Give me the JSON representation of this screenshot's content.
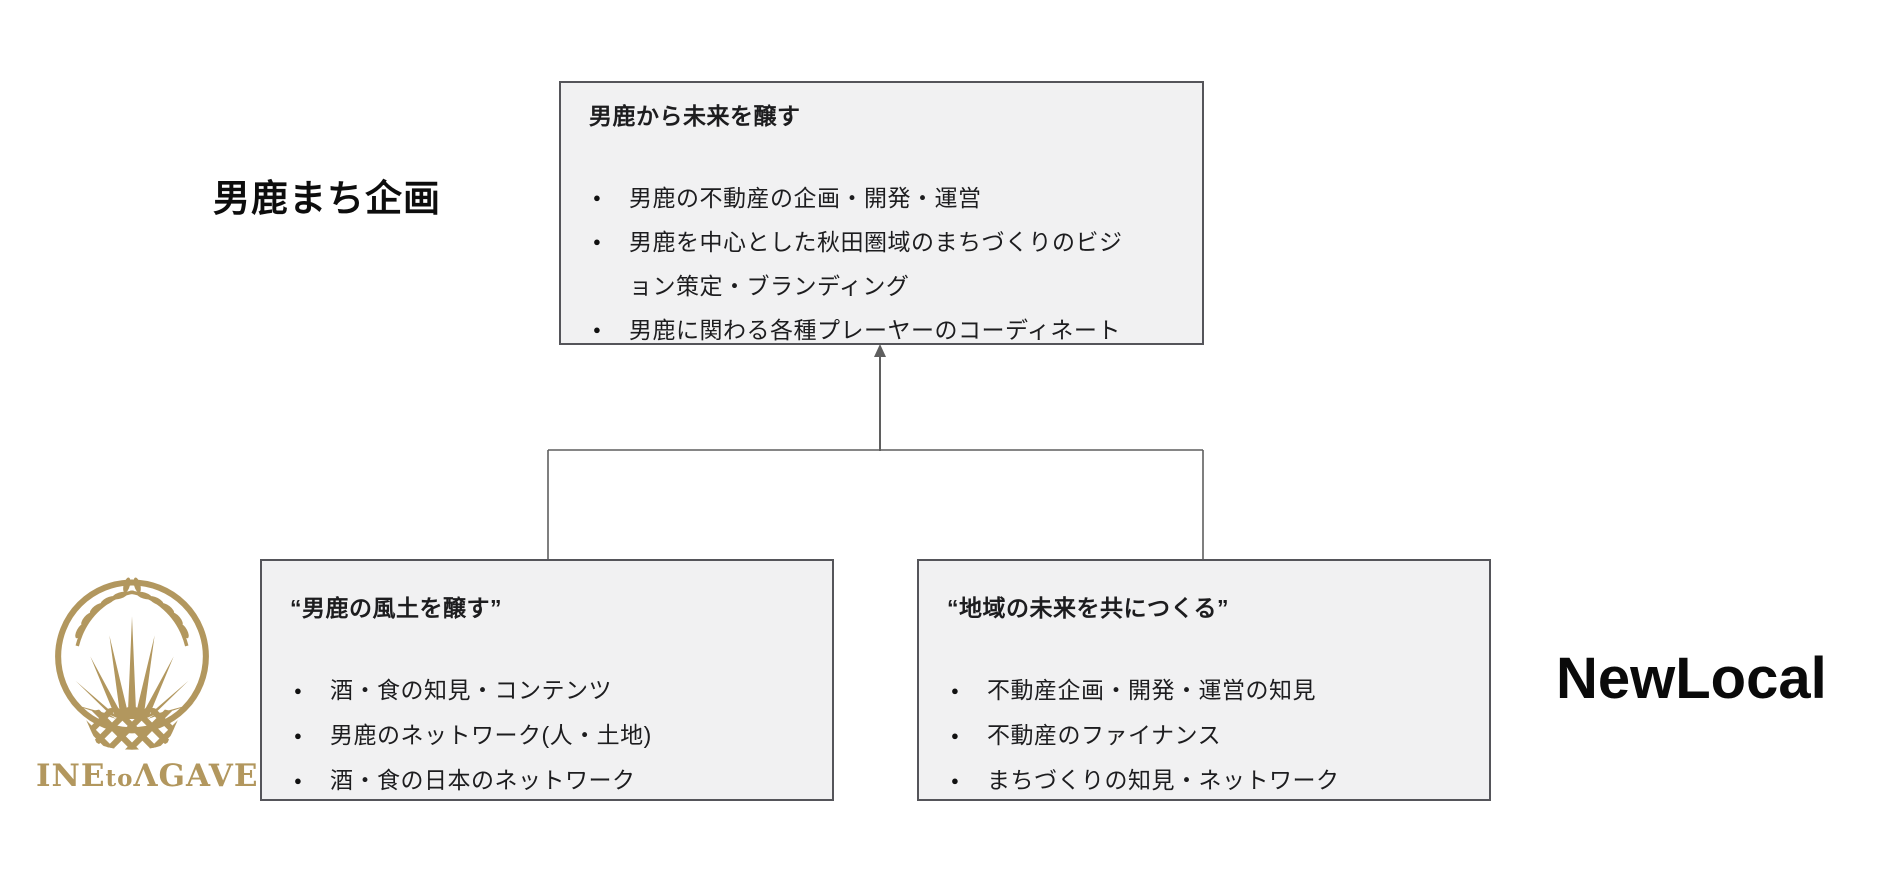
{
  "palette": {
    "box_fill": "#f1f1f2",
    "box_border": "#55555a",
    "connector_line": "#5f5f5f",
    "logo_gold": "#b2975e"
  },
  "left_label": "男鹿まち企画",
  "right_label": "NewLocal",
  "logo": {
    "name": "INE to AGAVE",
    "word_ine": "INE",
    "word_to": "to",
    "word_agave": "ΛGAVE"
  },
  "boxes": {
    "top": {
      "title": "男鹿から未来を醸す",
      "bullets": [
        "男鹿の不動産の企画・開発・運営",
        "男鹿を中心とした秋田圏域のまちづくりのビジョン策定・ブランディング",
        "男鹿に関わる各種プレーヤーのコーディネート"
      ]
    },
    "bottom_left": {
      "title": "“男鹿の風土を醸す”",
      "bullets": [
        "酒・食の知見・コンテンツ",
        "男鹿のネットワーク(人・土地)",
        "酒・食の日本のネットワーク"
      ]
    },
    "bottom_right": {
      "title": "“地域の未来を共につくる”",
      "bullets": [
        "不動産企画・開発・運営の知見",
        "不動産のファイナンス",
        "まちづくりの知見・ネットワーク"
      ]
    }
  }
}
